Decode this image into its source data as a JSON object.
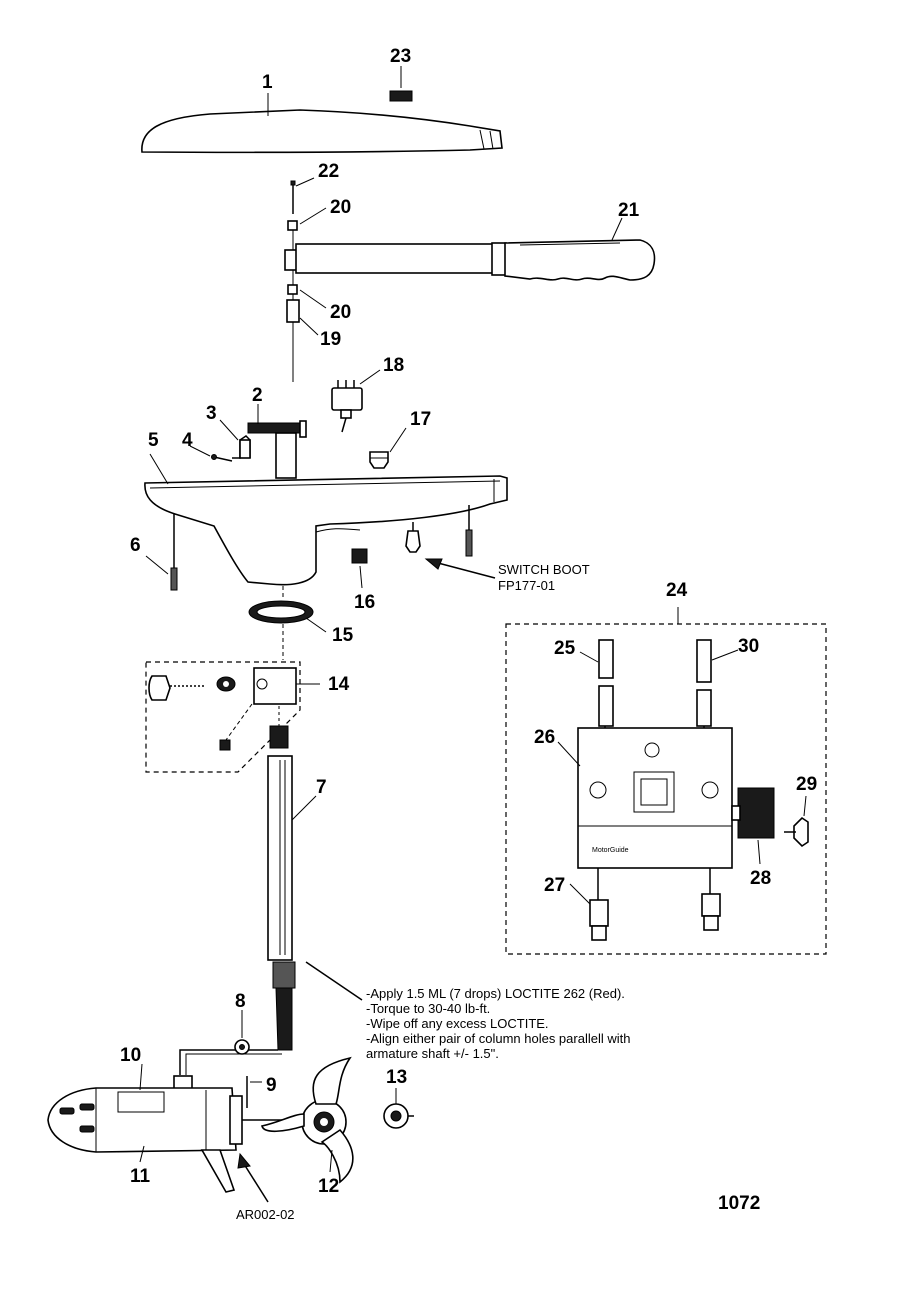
{
  "callouts": {
    "c1": "1",
    "c2": "2",
    "c3": "3",
    "c4": "4",
    "c5": "5",
    "c6": "6",
    "c7": "7",
    "c8": "8",
    "c9": "9",
    "c10": "10",
    "c11": "11",
    "c12": "12",
    "c13": "13",
    "c14": "14",
    "c15": "15",
    "c16": "16",
    "c17": "17",
    "c18": "18",
    "c19": "19",
    "c20a": "20",
    "c20b": "20",
    "c21": "21",
    "c22": "22",
    "c23": "23",
    "c24": "24",
    "c25": "25",
    "c26": "26",
    "c27": "27",
    "c28": "28",
    "c29": "29",
    "c30": "30"
  },
  "switch_boot": {
    "line1": "SWITCH BOOT",
    "line2": "FP177-01"
  },
  "notes": [
    "-Apply 1.5 ML (7 drops) LOCTITE 262 (Red).",
    "-Torque to 30-40 lb-ft.",
    "-Wipe off any excess LOCTITE.",
    "-Align either pair of column holes parallell with",
    "armature shaft +/- 1.5\"."
  ],
  "ref_code": "AR002-02",
  "page_number": "1072",
  "panel_brand": "MotorGuide",
  "colors": {
    "ink": "#000000",
    "paper": "#ffffff"
  }
}
